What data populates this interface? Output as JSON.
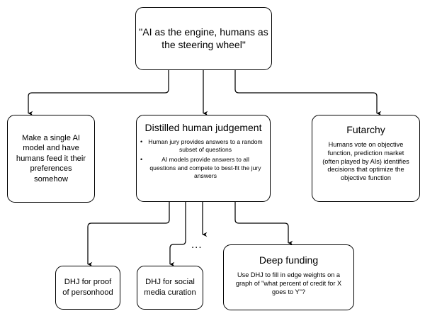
{
  "diagram": {
    "type": "flowchart",
    "background": "#ffffff",
    "stroke_color": "#000000",
    "text_color": "#000000",
    "nodes": [
      {
        "id": "root",
        "name": "node-ai-engine-humans-steering-wheel",
        "title": "\"AI as the engine, humans as the steering wheel\"",
        "shape": "rounded-rectangle"
      },
      {
        "id": "single-model",
        "name": "node-single-ai-model",
        "title": "Make a single AI model and have humans feed it their preferences somehow",
        "shape": "rounded-rectangle"
      },
      {
        "id": "dhj",
        "name": "node-distilled-human-judgement",
        "title": "Distilled human judgement",
        "bullets": [
          "Human jury provides answers to a random subset of questions",
          "AI models provide answers to all questions and compete to best-fit the jury answers"
        ],
        "shape": "rounded-rectangle"
      },
      {
        "id": "futarchy",
        "name": "node-futarchy",
        "title": "Futarchy",
        "body": "Humans vote on objective function, prediction market (often played by AIs) identifies decisions that optimize the objective function",
        "shape": "rounded-rectangle"
      },
      {
        "id": "dhj-personhood",
        "name": "node-dhj-proof-of-personhood",
        "title": "DHJ for proof of personhood",
        "shape": "rounded-rectangle"
      },
      {
        "id": "dhj-social",
        "name": "node-dhj-social-media-curation",
        "title": "DHJ for social media curation",
        "shape": "rounded-rectangle"
      },
      {
        "id": "deep-funding",
        "name": "node-deep-funding",
        "title": "Deep funding",
        "body": "Use DHJ to fill in edge weights on a graph of \"what percent of credit for X goes to Y\"?",
        "shape": "rounded-rectangle"
      }
    ],
    "ellipsis": "...",
    "edges": [
      {
        "from": "root",
        "to": "single-model"
      },
      {
        "from": "root",
        "to": "dhj"
      },
      {
        "from": "root",
        "to": "futarchy"
      },
      {
        "from": "dhj",
        "to": "dhj-personhood"
      },
      {
        "from": "dhj",
        "to": "dhj-social"
      },
      {
        "from": "dhj",
        "to": "ellipsis"
      },
      {
        "from": "dhj",
        "to": "deep-funding"
      }
    ]
  }
}
